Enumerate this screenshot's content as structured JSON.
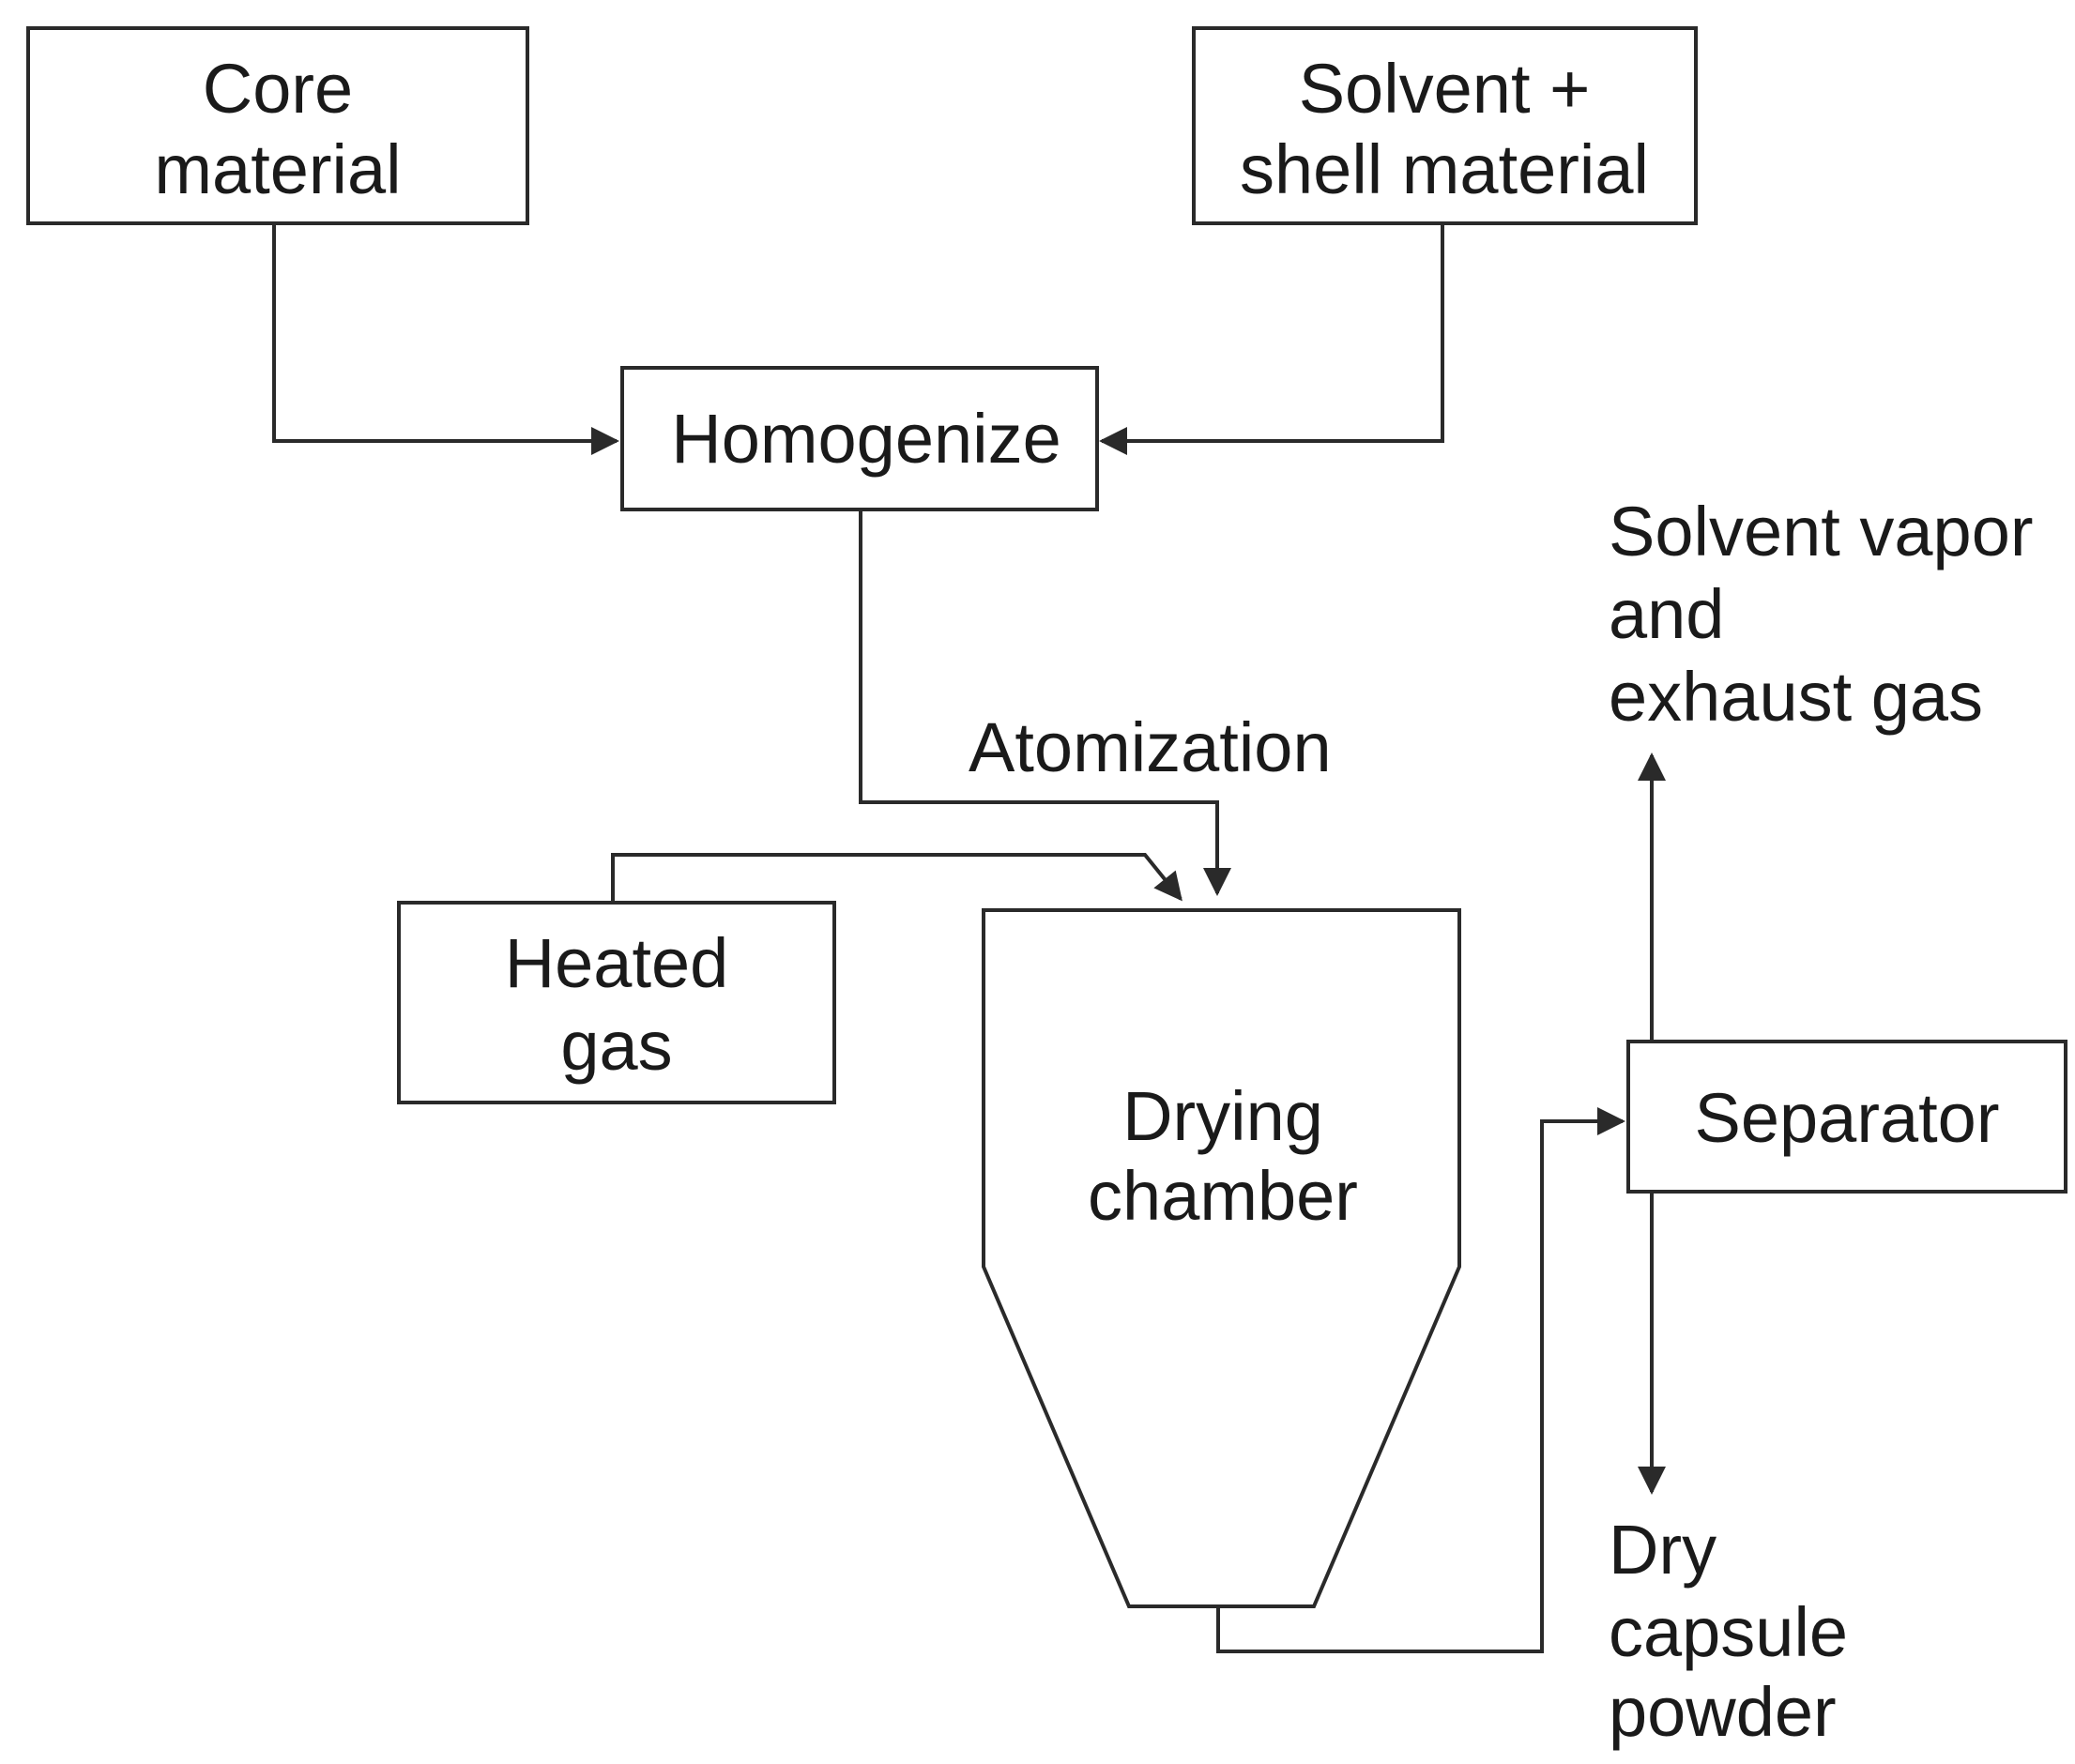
{
  "nodes": {
    "core_material": {
      "lines": [
        "Core",
        "material"
      ]
    },
    "solvent_shell": {
      "lines": [
        "Solvent +",
        "shell material"
      ]
    },
    "homogenize": {
      "lines": [
        "Homogenize"
      ]
    },
    "heated_gas": {
      "lines": [
        "Heated",
        "gas"
      ]
    },
    "drying_chamber": {
      "lines": [
        "Drying",
        "chamber"
      ]
    },
    "separator": {
      "lines": [
        "Separator"
      ]
    }
  },
  "labels": {
    "atomization": "Atomization",
    "exhaust": [
      "Solvent vapor",
      "and",
      "exhaust gas"
    ],
    "powder": [
      "Dry",
      "capsule",
      "powder"
    ]
  },
  "colors": {
    "stroke": "#2a2a2a",
    "text": "#1a1a1a",
    "background": "#ffffff"
  }
}
